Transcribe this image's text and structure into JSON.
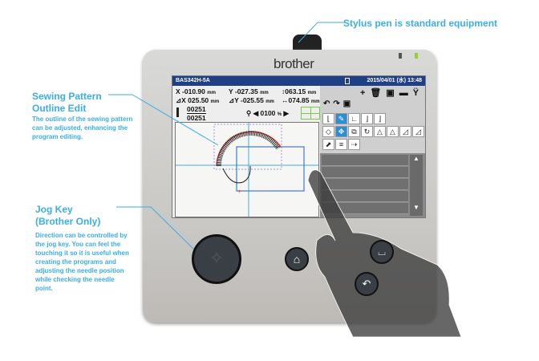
{
  "callouts": {
    "stylus": {
      "title": "Stylus pen is standard equipment"
    },
    "outline": {
      "title_line1": "Sewing Pattern",
      "title_line2": "Outline Edit",
      "body": "The outline of the sewing pattern can be adjusted, enhancing the program editing."
    },
    "jog": {
      "title_line1": "Jog Key",
      "title_line2": "(Brother Only)",
      "body": "Direction can be controlled by the jog key.  You can feel the touching it so it is useful when creating the programs and adjusting the needle position while checking the needle point."
    }
  },
  "device": {
    "brand": "brother"
  },
  "screen": {
    "model": "BAS342H-5A",
    "datetime": "2015/04/01 (水) 13:48",
    "x": "X -010.90",
    "y": "Y -027.35",
    "height": "↕063.15",
    "dx": "⊿X  025.50",
    "dy": "⊿Y -025.55",
    "width": "↔074.85",
    "unit": "mm",
    "stitch_current": "00251",
    "stitch_total": "00251",
    "zoom": "0100",
    "zoom_unit": "%",
    "colors": {
      "titlebar": "#1f3f86",
      "selected": "#2b8fd6",
      "accent": "#3aaee6"
    }
  }
}
